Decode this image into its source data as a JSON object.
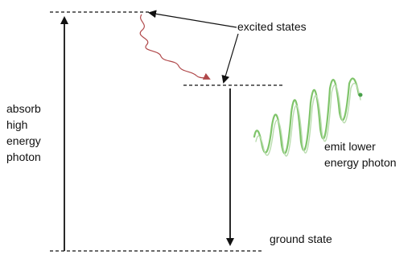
{
  "labels": {
    "excited_states": "excited states",
    "absorb": [
      "absorb",
      "high",
      "energy",
      "photon"
    ],
    "emit": [
      "emit lower",
      "energy photon"
    ],
    "ground_state": "ground state"
  },
  "colors": {
    "line": "#111111",
    "nonradiative_wave": "#b0484a",
    "emitted_photon": "#7fc46a"
  }
}
